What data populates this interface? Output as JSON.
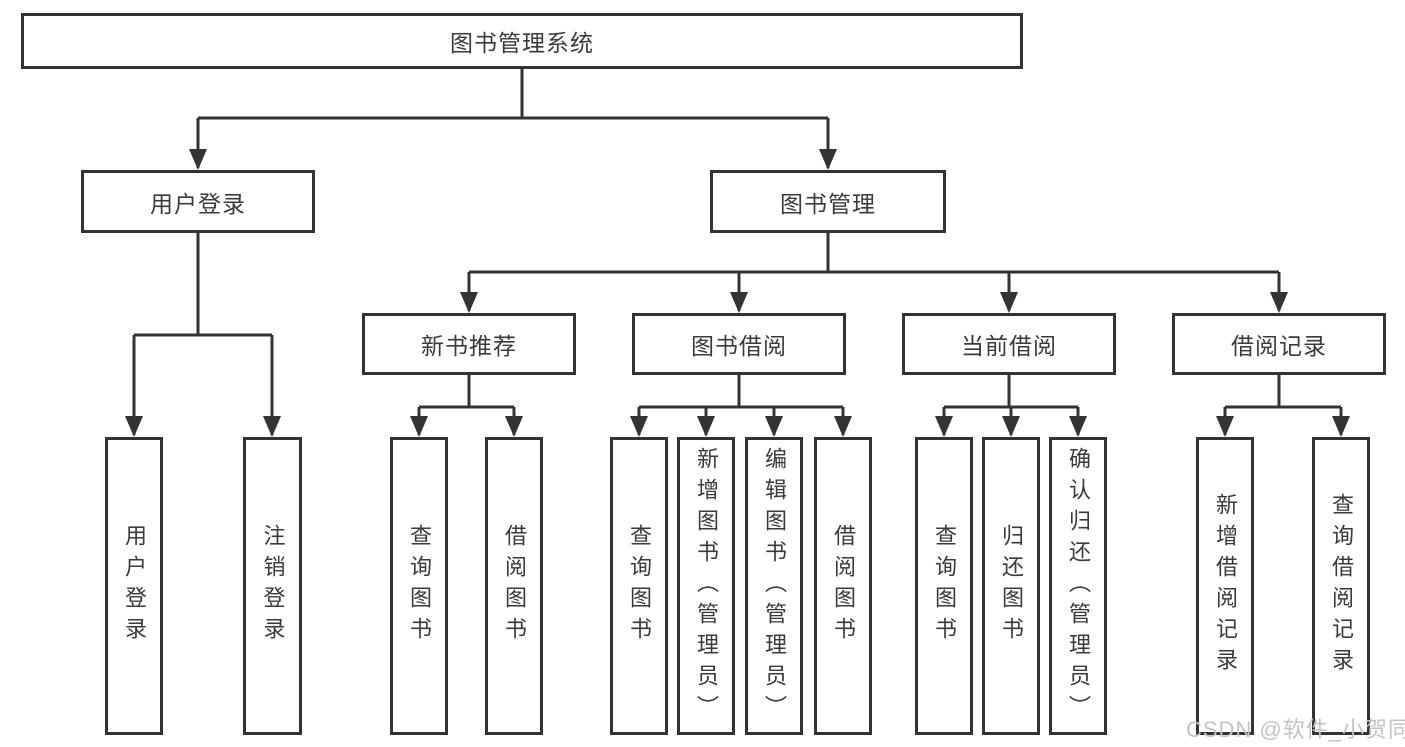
{
  "tree": {
    "label": "图书管理系统",
    "children": [
      {
        "label": "用户登录",
        "children": [
          {
            "label": "用户登录"
          },
          {
            "label": "注销登录"
          }
        ]
      },
      {
        "label": "图书管理",
        "children": [
          {
            "label": "新书推荐",
            "children": [
              {
                "label": "查询图书"
              },
              {
                "label": "借阅图书"
              }
            ]
          },
          {
            "label": "图书借阅",
            "children": [
              {
                "label": "查询图书"
              },
              {
                "label": "新增图书（管理员）"
              },
              {
                "label": "编辑图书（管理员）"
              },
              {
                "label": "借阅图书"
              }
            ]
          },
          {
            "label": "当前借阅",
            "children": [
              {
                "label": "查询图书"
              },
              {
                "label": "归还图书"
              },
              {
                "label": "确认归还（管理员）"
              }
            ]
          },
          {
            "label": "借阅记录",
            "children": [
              {
                "label": "新增借阅记录"
              },
              {
                "label": "查询借阅记录"
              }
            ]
          }
        ]
      }
    ]
  },
  "watermark": {
    "text": "CSDN @软件_小贺同学"
  },
  "colors": {
    "line": "#333333",
    "box_border": "#333333",
    "text": "#3a3a3a",
    "watermark": "#c3c3c3",
    "background": "#ffffff"
  }
}
